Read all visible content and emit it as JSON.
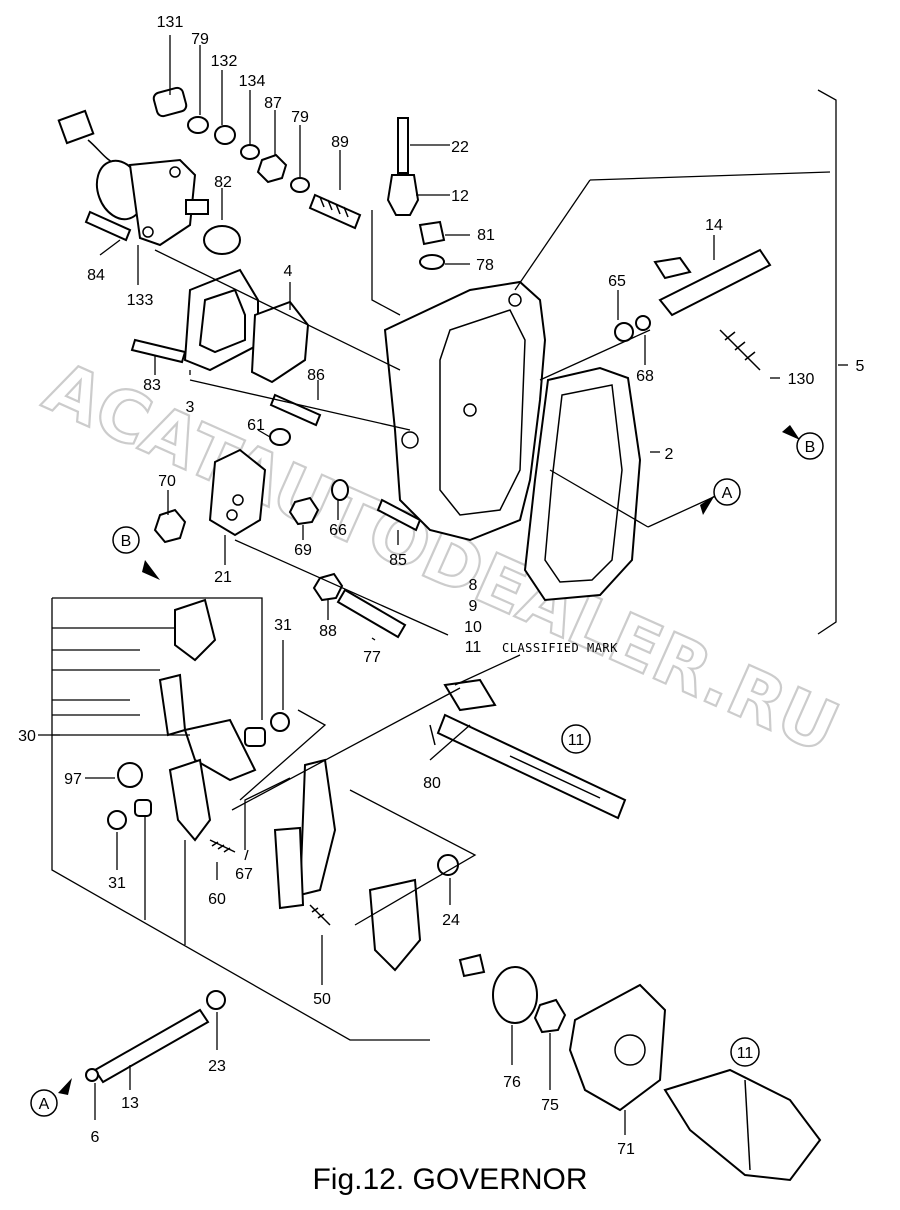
{
  "figure": {
    "caption": "Fig.12.  GOVERNOR"
  },
  "watermark": {
    "text": "ACATAUTODEALER.RU"
  },
  "note": {
    "classified_mark": "CLASSIFIED MARK"
  },
  "callouts": {
    "circled_a1": "A",
    "circled_a2": "A",
    "circled_b1": "B",
    "circled_b2": "B",
    "circled_11a": "11",
    "circled_11b": "11"
  },
  "labels": {
    "p131": "131",
    "p79a": "79",
    "p132": "132",
    "p134": "134",
    "p87": "87",
    "p79b": "79",
    "p89": "89",
    "p22": "22",
    "p12": "12",
    "p81": "81",
    "p78": "78",
    "p82": "82",
    "p84": "84",
    "p133": "133",
    "p4": "4",
    "p3": "3",
    "p83": "83",
    "p86": "86",
    "p14": "14",
    "p65": "65",
    "p68": "68",
    "p130": "130",
    "p5": "5",
    "p2": "2",
    "p61": "61",
    "p70": "70",
    "p69": "69",
    "p66": "66",
    "p85": "85",
    "p21": "21",
    "p88": "88",
    "p77": "77",
    "p31a": "31",
    "p8": "8",
    "p9": "9",
    "p10": "10",
    "p11": "11",
    "p30": "30",
    "p97": "97",
    "p80": "80",
    "p31b": "31",
    "p60": "60",
    "p67": "67",
    "p24": "24",
    "p50": "50",
    "p23": "23",
    "p76": "76",
    "p75": "75",
    "p71": "71",
    "p13": "13",
    "p6": "6"
  }
}
